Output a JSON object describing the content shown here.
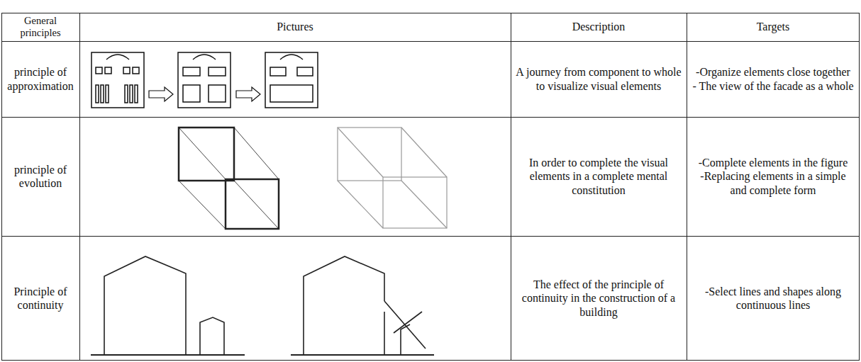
{
  "diagram": {
    "labels": [
      "General principles",
      "Pictures",
      "Description",
      "Targets",
      "principle of approximation",
      "A journey from component to whole to visualize visual elements",
      "-Organize elements close together",
      "- The view of the facade as a whole",
      "principle of evolution",
      "In order to complete the visual elements in a complete mental constitution",
      "-Complete elements in the figure",
      "-Replacing elements in a simple and complete form",
      "Principle of continuity",
      "The effect of the principle of continuity in the construction of a building",
      "-Select lines and shapes along continuous lines"
    ]
  }
}
